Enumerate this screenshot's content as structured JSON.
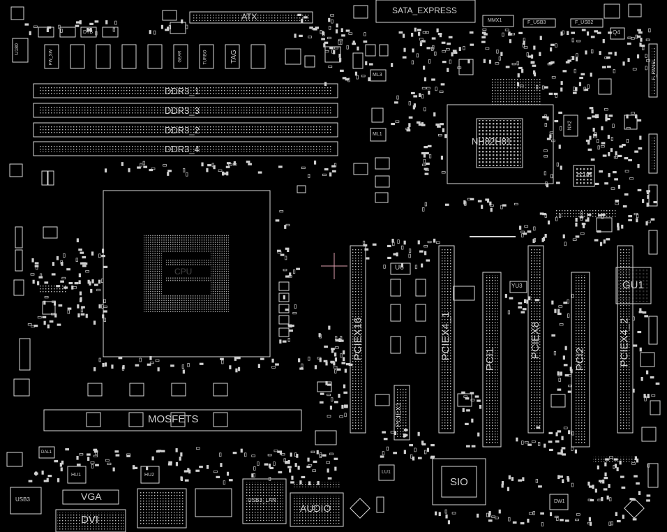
{
  "board": {
    "memory_slots": [
      "DDR3_1",
      "DDR3_3",
      "DDR3_2",
      "DDR3_4"
    ],
    "top_connectors": {
      "atx": "ATX",
      "sata": "SATA_EXPRESS",
      "usb_front_1": "F_USB3",
      "usb_front_2": "F_USB2"
    },
    "chips": {
      "chipset": "NH82H81",
      "super_io": "SIO",
      "network": "GU1",
      "mosfets": "MOSFETS",
      "cpu_socket": "CPU"
    },
    "expansion_slots": [
      "PCIEX16",
      "PCIEX1",
      "PCIEX4_1",
      "PCI1",
      "PCIEX8",
      "PCI2",
      "PCIEX4_2"
    ],
    "rear_io": {
      "vga": "VGA",
      "dvi": "DVI",
      "usb3": "USB3",
      "usb_lan": "USB3_LAN",
      "audio": "AUDIO"
    },
    "small_labels": {
      "u180": "U180",
      "dtb": "DTB",
      "pw_sw": "PW_SW",
      "gear": "GEAR",
      "turbo": "TURBO",
      "tag": "TAG",
      "u6": "U6",
      "yu3": "YU3",
      "ec1": "ECU1",
      "nx2": "NX2",
      "q4": "Q4",
      "hu1": "HU1",
      "hu2": "HU2",
      "lu1": "LU1",
      "dw1": "DW1",
      "ml3": "ML3",
      "ml1": "ML1",
      "mmx1": "MMX1",
      "dal1": "DAL1",
      "f_panel": "F_PANEL"
    },
    "colors": {
      "background": "#000000",
      "trace": "#d8d8d8",
      "marker": "#e0a0b0"
    }
  }
}
